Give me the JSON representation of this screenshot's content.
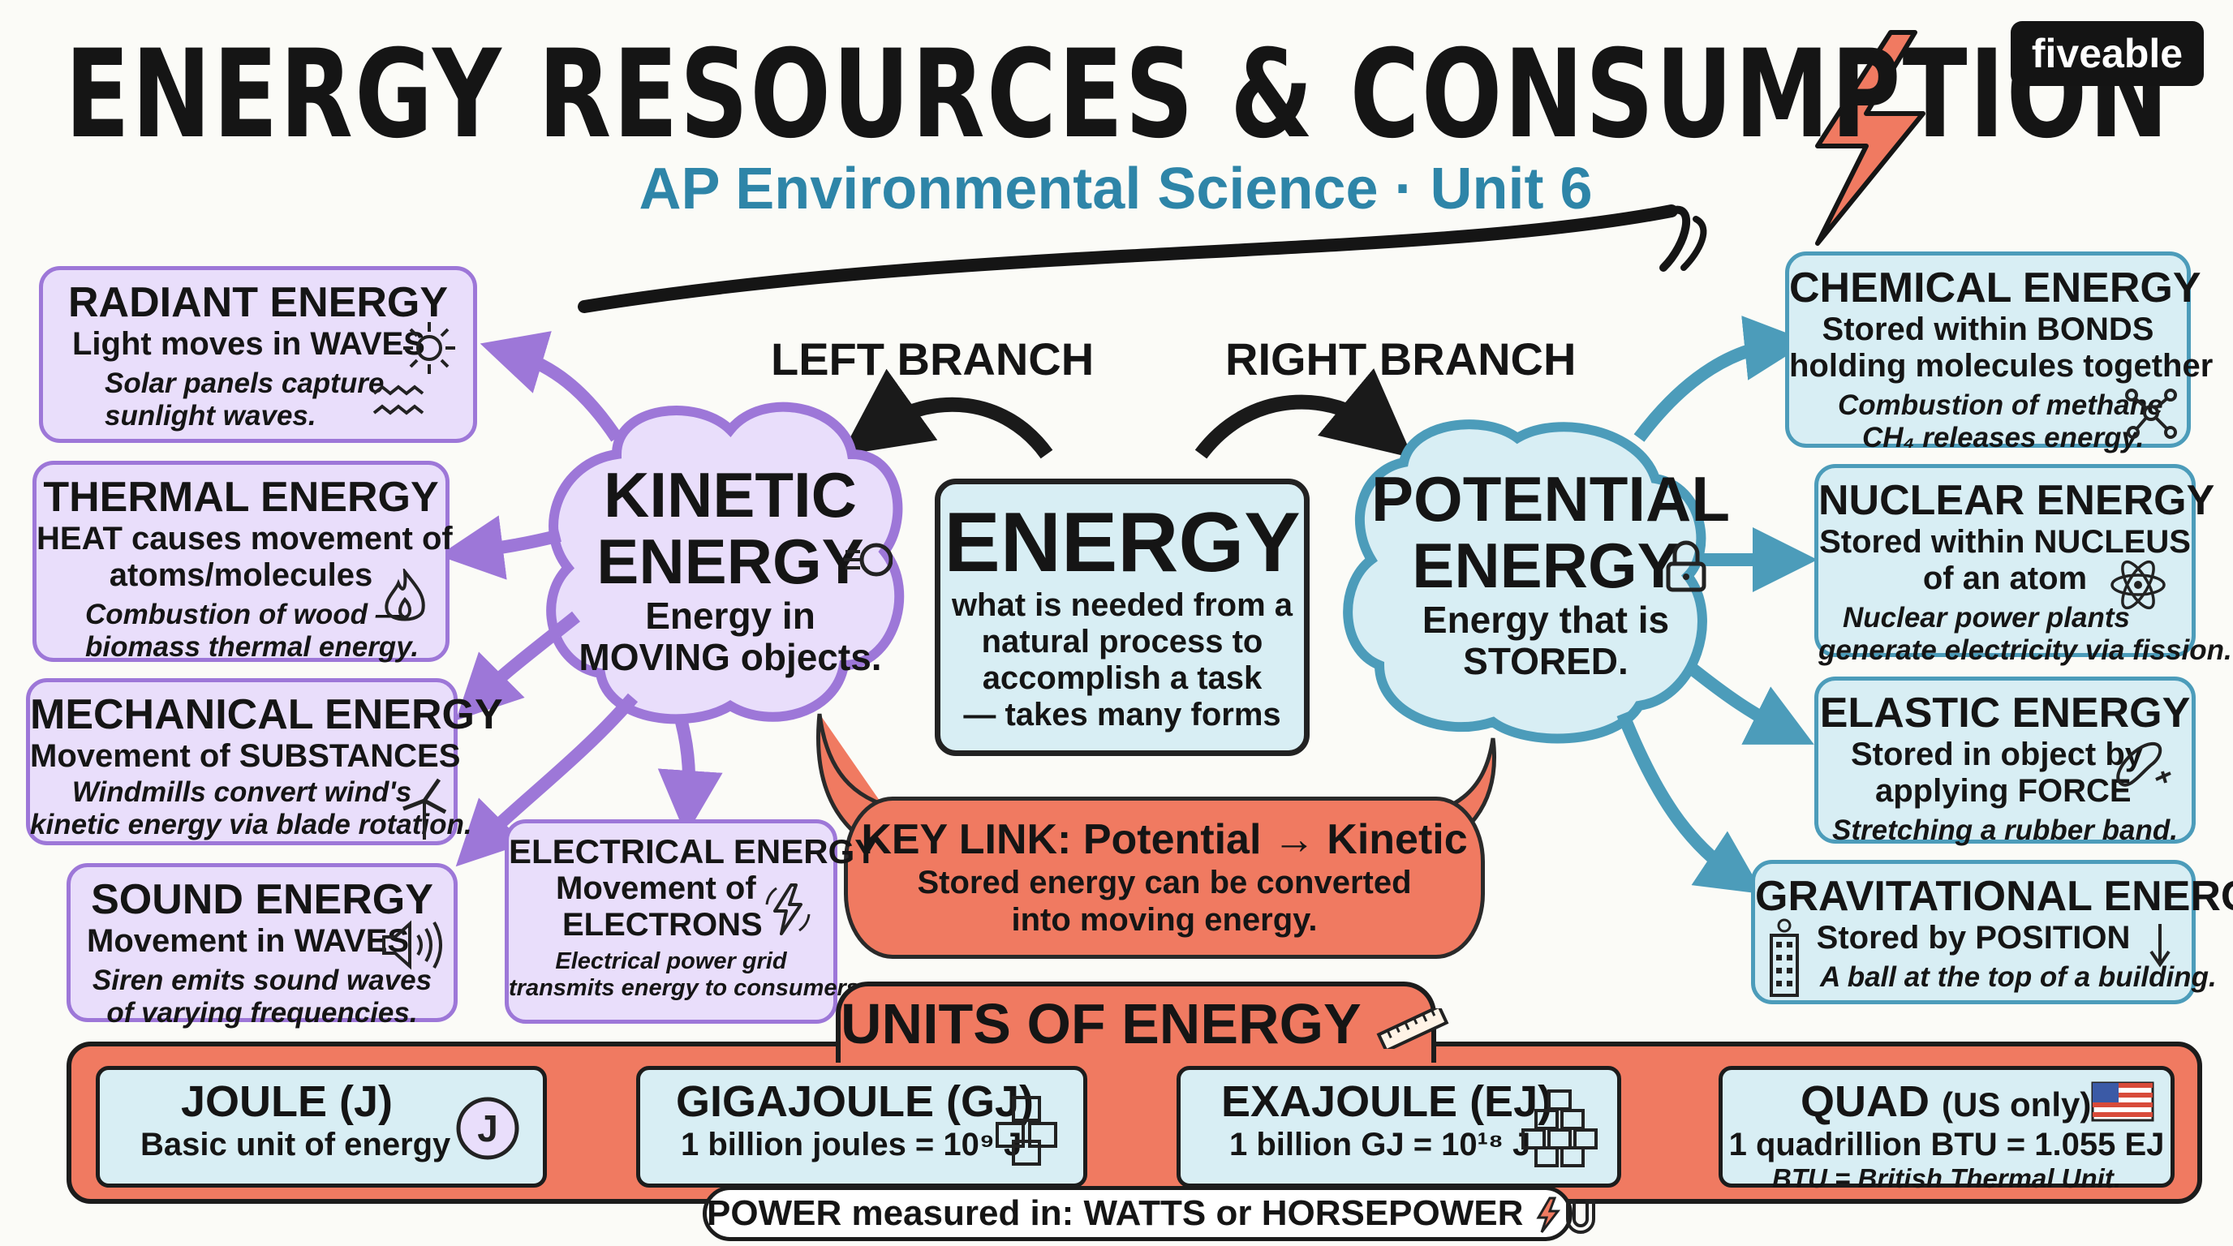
{
  "title": "ENERGY RESOURCES & CONSUMPTION",
  "subtitle": "AP Environmental Science · Unit 6",
  "brand": "fiveable",
  "branches": {
    "left": "LEFT BRANCH",
    "right": "RIGHT BRANCH"
  },
  "center": {
    "title": "ENERGY",
    "lines": [
      "what is needed from a",
      "natural process to",
      "accomplish a task",
      "— takes many forms"
    ]
  },
  "kinetic": {
    "title1": "KINETIC",
    "title2": "ENERGY",
    "desc1": "Energy in",
    "desc2": "MOVING objects."
  },
  "potential": {
    "title1": "POTENTIAL",
    "title2": "ENERGY",
    "desc1": "Energy that is",
    "desc2": "STORED."
  },
  "key_link": {
    "title": "KEY LINK: Potential → Kinetic",
    "lines": [
      "Stored energy can be converted",
      "into moving energy."
    ]
  },
  "kinetic_types": [
    {
      "title": "RADIANT ENERGY",
      "desc": [
        "Light moves in WAVES"
      ],
      "example": [
        "Solar panels capture",
        "sunlight waves."
      ],
      "icon": "sun-icon"
    },
    {
      "title": "THERMAL ENERGY",
      "desc": [
        "HEAT causes movement of",
        "atoms/molecules"
      ],
      "example": [
        "Combustion of wood —",
        "biomass thermal energy."
      ],
      "icon": "flame-icon"
    },
    {
      "title": "MECHANICAL ENERGY",
      "desc": [
        "Movement of SUBSTANCES"
      ],
      "example": [
        "Windmills convert wind's",
        "kinetic energy via blade rotation."
      ],
      "icon": "windmill-icon"
    },
    {
      "title": "SOUND ENERGY",
      "desc": [
        "Movement in WAVES"
      ],
      "example": [
        "Siren emits sound waves",
        "of varying frequencies."
      ],
      "icon": "speaker-icon"
    },
    {
      "title": "ELECTRICAL ENERGY",
      "desc": [
        "Movement of",
        "ELECTRONS"
      ],
      "example": [
        "Electrical power grid",
        "transmits energy to consumers."
      ],
      "icon": "lightning-icon"
    }
  ],
  "potential_types": [
    {
      "title": "CHEMICAL ENERGY",
      "desc": [
        "Stored within BONDS",
        "holding molecules together"
      ],
      "example": [
        "Combustion of methane",
        "CH₄ releases energy."
      ],
      "icon": "molecule-icon"
    },
    {
      "title": "NUCLEAR ENERGY",
      "desc": [
        "Stored within NUCLEUS",
        "of an atom"
      ],
      "example": [
        "Nuclear power plants",
        "generate electricity via fission."
      ],
      "icon": "atom-icon"
    },
    {
      "title": "ELASTIC ENERGY",
      "desc": [
        "Stored in object by",
        "applying FORCE"
      ],
      "example": [
        "Stretching a rubber band."
      ],
      "icon": "rubber-band-icon"
    },
    {
      "title": "GRAVITATIONAL ENERGY",
      "desc": [
        "Stored by POSITION"
      ],
      "example": [
        "A ball at the top of a building."
      ],
      "icon": "building-icon"
    }
  ],
  "units": {
    "title": "UNITS OF ENERGY",
    "items": [
      {
        "name": "JOULE (J)",
        "desc": "Basic unit of energy",
        "icon": "joule-circle-icon"
      },
      {
        "name": "GIGAJOULE (GJ)",
        "desc": "1 billion joules = 10⁹ J",
        "icon": "cubes-small-icon"
      },
      {
        "name": "EXAJOULE (EJ)",
        "desc": "1 billion GJ = 10¹⁸ J",
        "icon": "cubes-large-icon"
      },
      {
        "name": "QUAD",
        "name_note": "(US only)",
        "desc": "1 quadrillion BTU = 1.055 EJ",
        "note": "BTU = British Thermal Unit.",
        "icon": "us-flag-icon"
      }
    ],
    "power": "POWER measured in: WATTS or HORSEPOWER"
  },
  "colors": {
    "kinetic": "#9d77d8",
    "potential": "#4c9cba",
    "accent": "#f07a61",
    "subtitle": "#2e85a8"
  }
}
